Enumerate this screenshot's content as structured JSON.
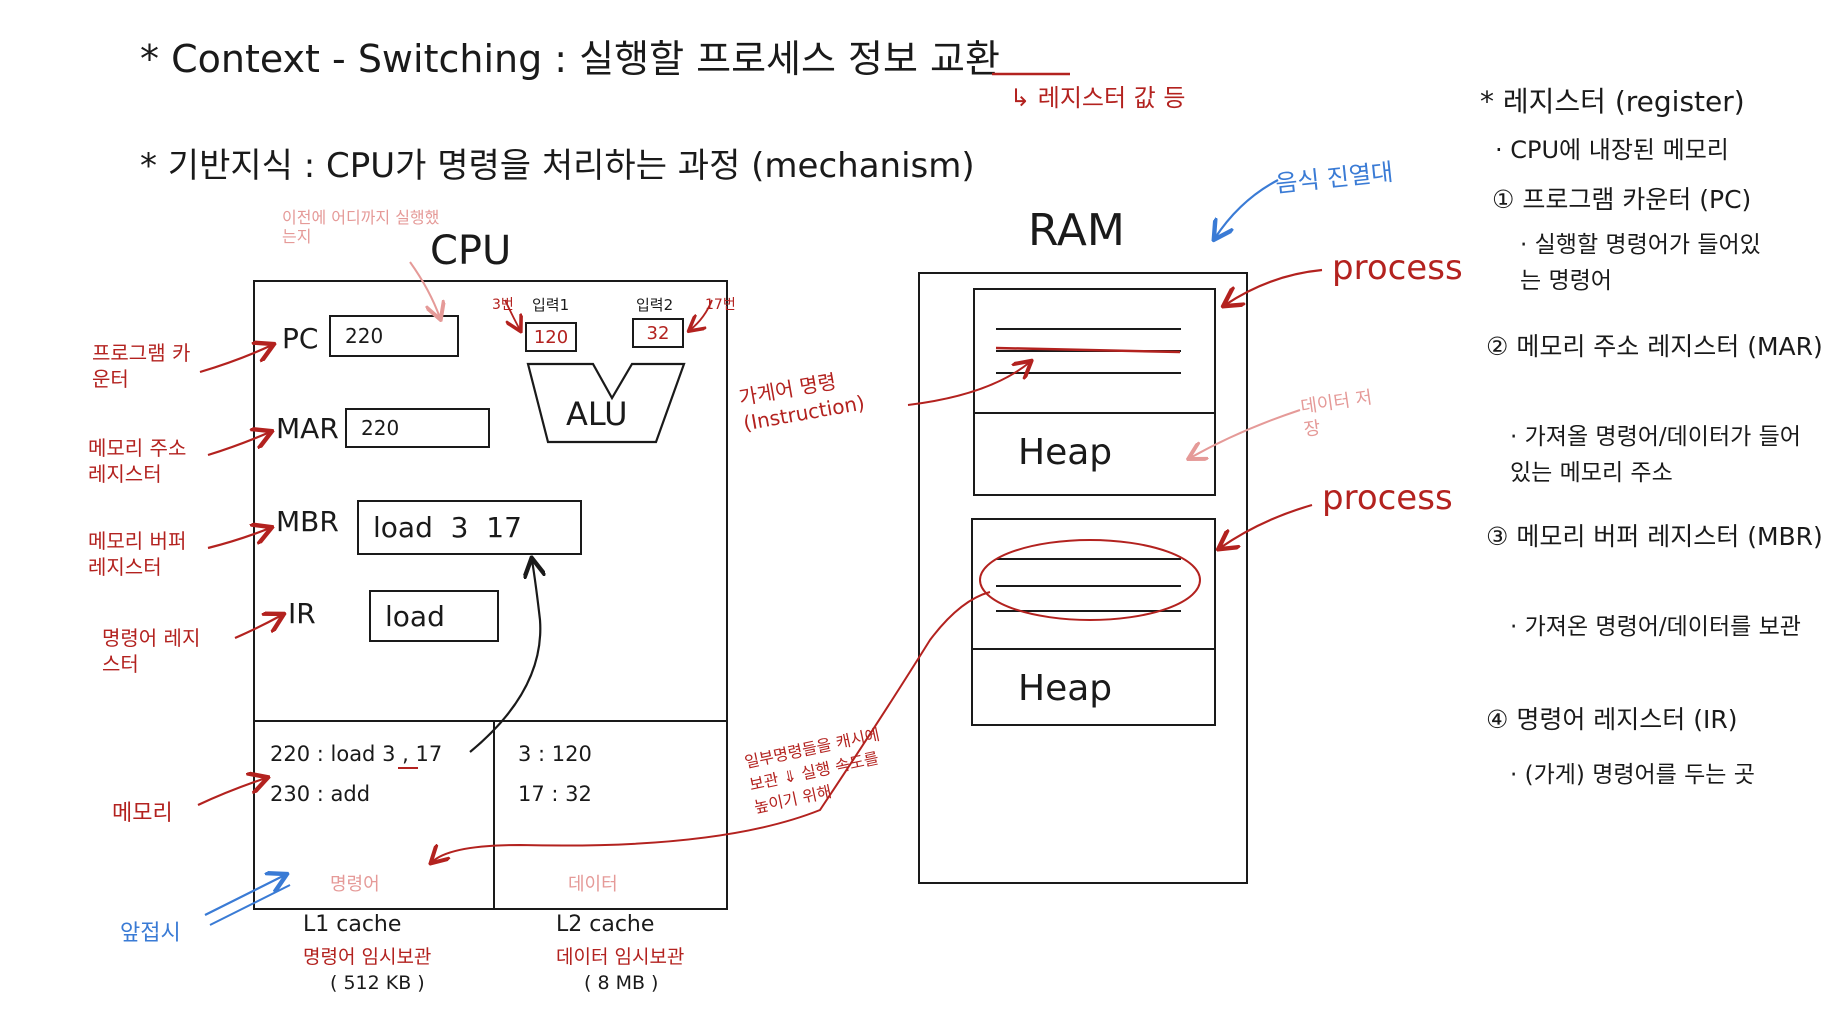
{
  "title": {
    "line1": "* Context - Switching : 실행할 프로세스 정보 교환",
    "line1_note": "↳ 레지스터 값 등",
    "line2": "* 기반지식 : CPU가 명령을 처리하는 과정 (mechanism)"
  },
  "cpu": {
    "label": "CPU",
    "pc_note": "이전에 어디까지 실행했는지",
    "pc": {
      "name": "PC",
      "value": "220"
    },
    "mar": {
      "name": "MAR",
      "value": "220"
    },
    "mbr": {
      "name": "MBR",
      "value": "load  3  17"
    },
    "ir": {
      "name": "IR",
      "value": "load"
    },
    "alu": {
      "label": "ALU",
      "input1_label": "입력1",
      "input1_value": "120",
      "input1_note": "3번",
      "input2_label": "입력2",
      "input2_value": "32",
      "input2_note": "17번"
    },
    "side_labels": {
      "pc": "프로그램 카운터",
      "mar": "메모리 주소 레지스터",
      "mbr": "메모리 버퍼 레지스터",
      "ir": "명령어 레지스터",
      "memory": "메모리",
      "cache_note": "앞접시"
    },
    "l1": {
      "line1": "220 : load 3 , 17",
      "line2": "230 : add",
      "tag": "명령어",
      "name": "L1 cache",
      "desc": "명령어 임시보관",
      "size": "( 512 KB )"
    },
    "l2": {
      "line1": "3 : 120",
      "line2": "17 : 32",
      "tag": "데이터",
      "name": "L2 cache",
      "desc": "데이터 임시보관",
      "size": "( 8 MB )"
    },
    "cache_note": "일부명령들을 캐시에 보관 ⇓ 실행 속도를 높이기 위해"
  },
  "ram": {
    "label": "RAM",
    "note": "음식 진열대",
    "process1": "process",
    "process2": "process",
    "heap1": "Heap",
    "heap2": "Heap",
    "instruction_note": "가게어 명령 (Instruction)",
    "data_note": "데이터 저장"
  },
  "notes": {
    "title": "* 레지스터 (register)",
    "intro": "· CPU에 내장된 메모리",
    "items": [
      {
        "head": "① 프로그램 카운터 (PC)",
        "desc": "· 실행할 명령어가 들어있는 명령어"
      },
      {
        "head": "② 메모리 주소 레지스터 (MAR)",
        "desc": "· 가져올 명령어/데이터가 들어있는 메모리 주소"
      },
      {
        "head": "③ 메모리 버퍼 레지스터 (MBR)",
        "desc": "· 가져온 명령어/데이터를 보관"
      },
      {
        "head": "④ 명령어 레지스터 (IR)",
        "desc": "· (가게) 명령어를 두는 곳"
      }
    ]
  },
  "colors": {
    "ink": "#1a1a1a",
    "red": "#b3221f",
    "pink": "#e59a98",
    "blue": "#3a7bd5"
  }
}
